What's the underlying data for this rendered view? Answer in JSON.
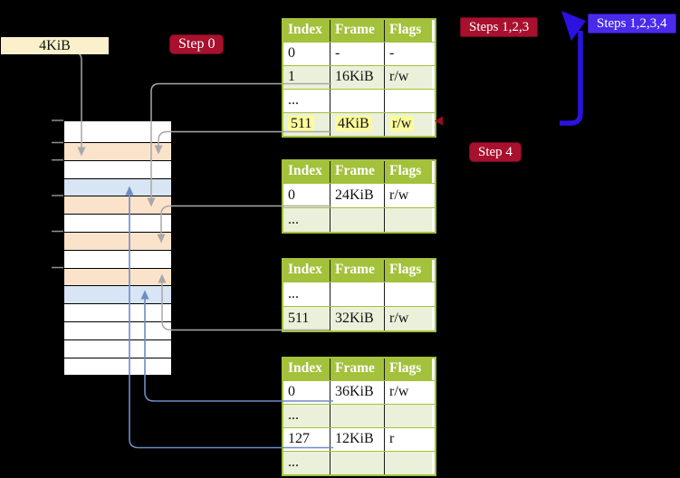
{
  "colors": {
    "background": "#000000",
    "table_header_green": "#a3c13a",
    "table_row_green": "#eaf0da",
    "highlight_yellow": "#fbfb9b",
    "frame_peach": "#fbe3cb",
    "frame_blue": "#d8e5f5",
    "callout_cream": "#faf0cb",
    "step_red": "#a8102d",
    "steps_blue": "#4b2bea",
    "connector_gray": "#a8a8a8",
    "connector_blue": "#7492c8",
    "big_arrow_blue": "#2b12e0",
    "marker_red": "#b01020"
  },
  "labels": {
    "page_size_callout": "4KiB",
    "step0": "Step 0",
    "steps123": "Steps 1,2,3",
    "steps1234": "Steps 1,2,3,4",
    "step4": "Step 4"
  },
  "table_headers": [
    "Index",
    "Frame",
    "Flags"
  ],
  "tables": [
    {
      "name": "level-4-page-table",
      "rows": [
        {
          "cells": [
            "0",
            "-",
            "-"
          ],
          "shaded": false,
          "highlighted": false
        },
        {
          "cells": [
            "1",
            "16KiB",
            "r/w"
          ],
          "shaded": true,
          "highlighted": false
        },
        {
          "cells": [
            "...",
            "",
            ""
          ],
          "shaded": false,
          "highlighted": false
        },
        {
          "cells": [
            "511",
            "4KiB",
            "r/w"
          ],
          "shaded": true,
          "highlighted": true
        }
      ]
    },
    {
      "name": "level-3-page-table",
      "rows": [
        {
          "cells": [
            "0",
            "24KiB",
            "r/w"
          ],
          "shaded": false,
          "highlighted": false
        },
        {
          "cells": [
            "...",
            "",
            ""
          ],
          "shaded": true,
          "highlighted": false
        }
      ]
    },
    {
      "name": "level-2-page-table",
      "rows": [
        {
          "cells": [
            "...",
            "",
            ""
          ],
          "shaded": false,
          "highlighted": false
        },
        {
          "cells": [
            "511",
            "32KiB",
            "r/w"
          ],
          "shaded": true,
          "highlighted": false
        }
      ]
    },
    {
      "name": "level-1-page-table",
      "rows": [
        {
          "cells": [
            "0",
            "36KiB",
            "r/w"
          ],
          "shaded": false,
          "highlighted": false
        },
        {
          "cells": [
            "...",
            "",
            ""
          ],
          "shaded": true,
          "highlighted": false
        },
        {
          "cells": [
            "127",
            "12KiB",
            "r"
          ],
          "shaded": false,
          "highlighted": false
        },
        {
          "cells": [
            "...",
            "",
            ""
          ],
          "shaded": true,
          "highlighted": false
        }
      ]
    }
  ],
  "memory_map": {
    "rows": [
      "white",
      "peach",
      "white",
      "blue",
      "peach",
      "white",
      "peach",
      "white",
      "peach",
      "blue",
      "white",
      "white",
      "white",
      "white"
    ],
    "tick_ys": [
      133,
      157.5,
      176.7,
      216,
      255.5,
      295.5
    ]
  }
}
